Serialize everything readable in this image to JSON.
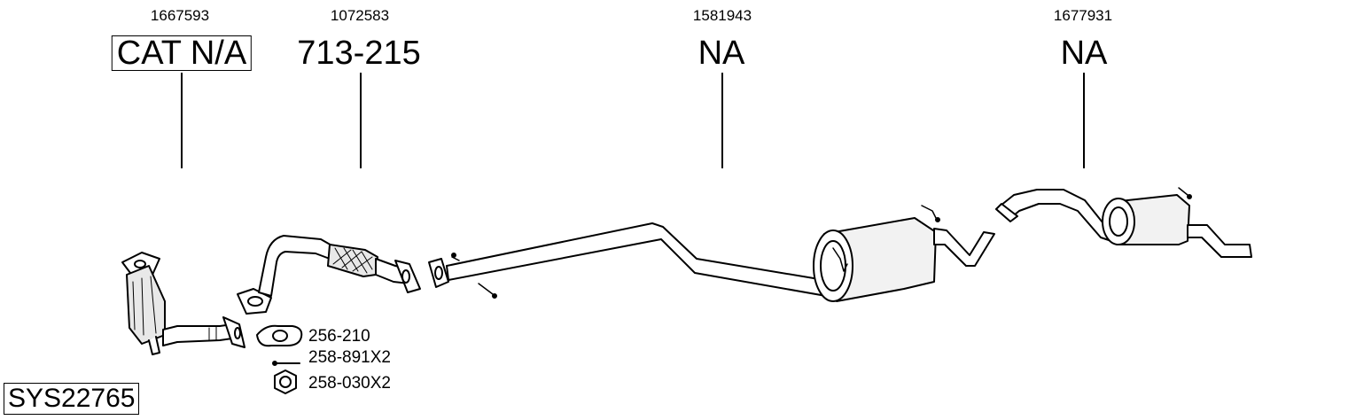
{
  "system_id": "SYS22765",
  "callouts": [
    {
      "code": "1667593",
      "part": "CAT N/A",
      "boxed": true
    },
    {
      "code": "1072583",
      "part": "713-215",
      "boxed": false
    },
    {
      "code": "1581943",
      "part": "NA",
      "boxed": false
    },
    {
      "code": "1677931",
      "part": "NA",
      "boxed": false
    }
  ],
  "hardware": [
    {
      "label": "256-210",
      "icon": "gasket-icon"
    },
    {
      "label": "258-891X2",
      "icon": "bolt-icon"
    },
    {
      "label": "258-030X2",
      "icon": "nut-icon"
    }
  ]
}
